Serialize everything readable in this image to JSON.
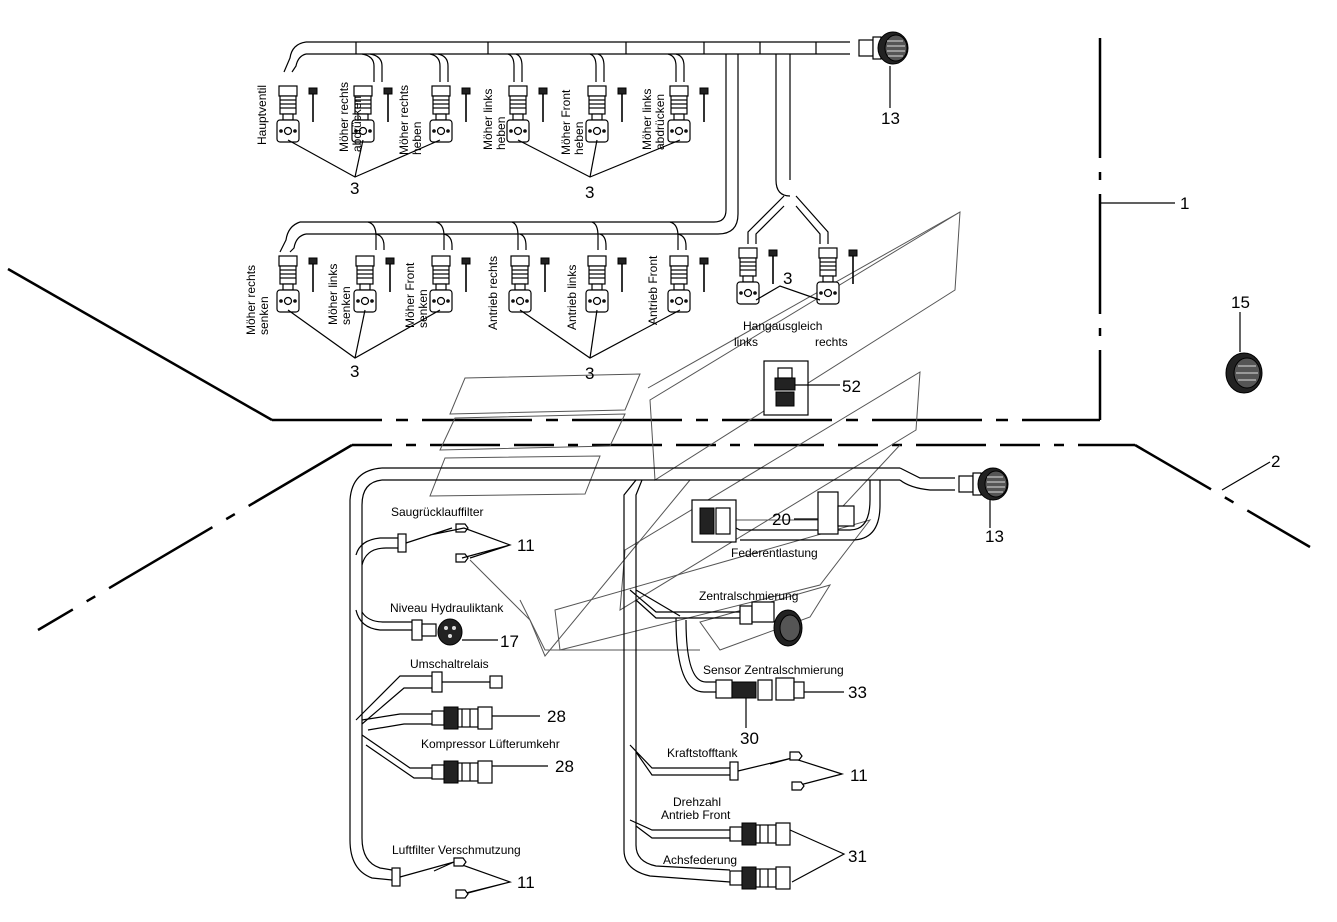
{
  "labels": {
    "hauptventil": "Hauptventil",
    "moeher_rechts_abdruecken": [
      "Möher rechts",
      "abdrücken"
    ],
    "moeher_rechts_heben": [
      "Möher rechts",
      "heben"
    ],
    "moeher_links_heben": [
      "Möher links",
      "heben"
    ],
    "moeher_front_heben": [
      "Möher Front",
      "heben"
    ],
    "moeher_links_abdruecken": [
      "Möher links",
      "abdrücken"
    ],
    "moeher_rechts_senken": [
      "Möher rechts",
      "senken"
    ],
    "moeher_links_senken": [
      "Möher links",
      "senken"
    ],
    "moeher_front_senken": [
      "Möher Front",
      "senken"
    ],
    "antrieb_rechts": "Antrieb rechts",
    "antrieb_links": "Antrieb links",
    "antrieb_front": "Antrieb Front",
    "hangausgleich": "Hangausgleich",
    "links": "links",
    "rechts": "rechts",
    "saugruecklauffilter": "Saugrücklauffilter",
    "niveau_hydrauliktank": "Niveau Hydrauliktank",
    "umschaltrelais": "Umschaltrelais",
    "kompressor_luefterumkehr": "Kompressor Lüfterumkehr",
    "luftfilter_verschmutzung": "Luftfilter Verschmutzung",
    "federentlastung": "Federentlastung",
    "zentralschmierung": "Zentralschmierung",
    "sensor_zentralschmierung": "Sensor Zentralschmierung",
    "kraftstofftank": "Kraftstofftank",
    "drehzahl_antrieb_front": [
      "Drehzahl",
      "Antrieb Front"
    ],
    "achsfederung": "Achsfederung"
  },
  "callouts": {
    "c1": "1",
    "c2": "2",
    "c3": "3",
    "c11": "11",
    "c13": "13",
    "c15": "15",
    "c17": "17",
    "c20": "20",
    "c28": "28",
    "c30": "30",
    "c31": "31",
    "c33": "33",
    "c52": "52"
  }
}
